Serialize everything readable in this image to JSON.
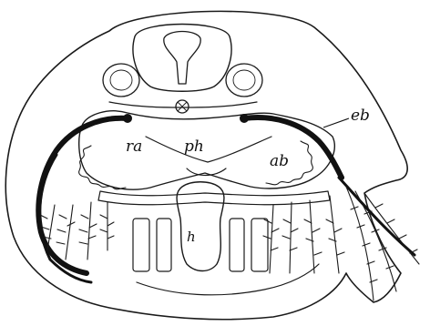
{
  "labels": {
    "ra": "ra",
    "ph": "ph",
    "ab": "ab",
    "eb": "eb",
    "h": "h"
  }
}
